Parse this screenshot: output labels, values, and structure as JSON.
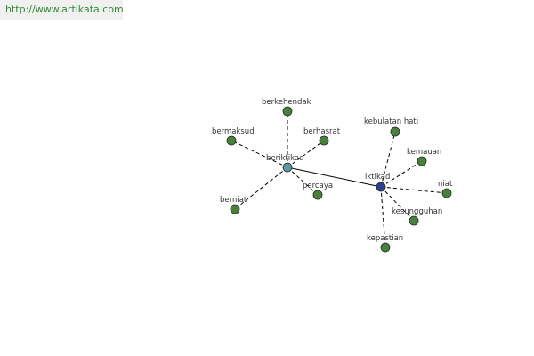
{
  "source_url": "http://www.artikata.com",
  "colors": {
    "hub_primary": "#5b9aa0",
    "hub_secondary": "#2d3f8f",
    "leaf": "#4a7f3f",
    "edge": "#000000",
    "url_text": "#2e8b2e"
  },
  "graph": {
    "hubs": [
      {
        "id": "beriktikad",
        "label": "beriktikad",
        "fill": "#5b9aa0"
      },
      {
        "id": "iktikad",
        "label": "iktikad",
        "fill": "#2d3f8f"
      }
    ],
    "leaves": [
      {
        "id": "berkehendak",
        "label": "berkehendak",
        "hub": "beriktikad"
      },
      {
        "id": "bermaksud",
        "label": "bermaksud",
        "hub": "beriktikad"
      },
      {
        "id": "berhasrat",
        "label": "berhasrat",
        "hub": "beriktikad"
      },
      {
        "id": "berniat",
        "label": "berniat",
        "hub": "beriktikad"
      },
      {
        "id": "percaya",
        "label": "percaya",
        "hub": "beriktikad"
      },
      {
        "id": "kebulatan-hati",
        "label": "kebulatan hati",
        "hub": "iktikad"
      },
      {
        "id": "kemauan",
        "label": "kemauan",
        "hub": "iktikad"
      },
      {
        "id": "niat",
        "label": "niat",
        "hub": "iktikad"
      },
      {
        "id": "kesungguhan",
        "label": "kesungguhan",
        "hub": "iktikad"
      },
      {
        "id": "kepastian",
        "label": "kepastian",
        "hub": "iktikad"
      }
    ],
    "hub_link": {
      "from": "beriktikad",
      "to": "iktikad",
      "style": "solid"
    }
  }
}
